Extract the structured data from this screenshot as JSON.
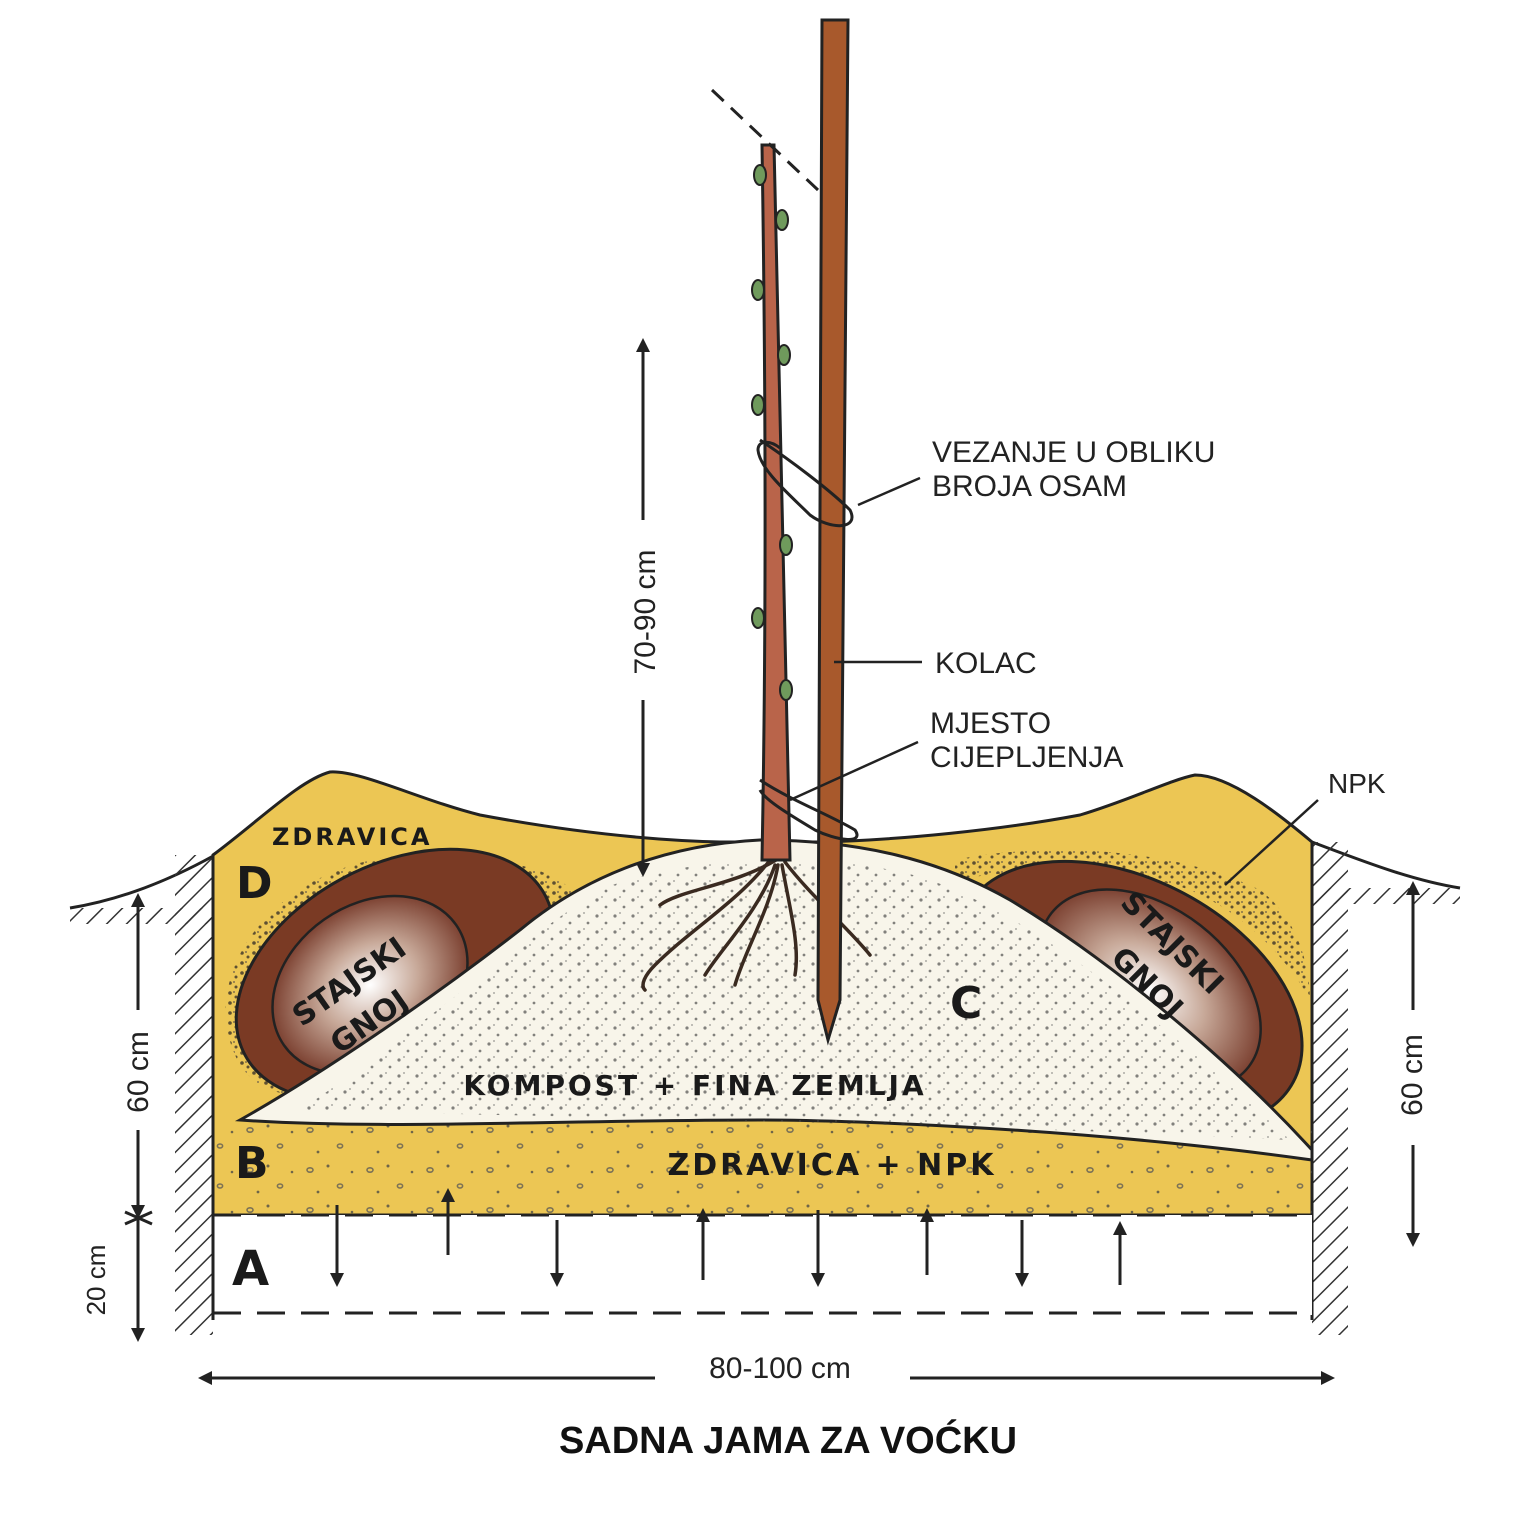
{
  "title": "SADNA JAMA ZA VOĆKU",
  "labels": {
    "tying": [
      "VEZANJE U OBLIKU",
      "BROJA OSAM"
    ],
    "stake": "KOLAC",
    "graft": [
      "MJESTO",
      "CIJEPLJENJA"
    ],
    "npk": "NPK",
    "topsoil": "ZDRAVICA",
    "manure": [
      "STAJSKI",
      "GNOJ"
    ],
    "compost": "KOMPOST + FINA ZEMLJA",
    "bottom_fill": "ZDRAVICA + NPK"
  },
  "layers": {
    "a": "A",
    "b": "B",
    "c": "C",
    "d": "D"
  },
  "dimensions": {
    "height_above": "70-90 cm",
    "depth_left": "60 cm",
    "depth_right": "60 cm",
    "bottom_layer": "20 cm",
    "width": "80-100 cm"
  },
  "colors": {
    "topsoil_yellow": "#ecc654",
    "manure_brown": "#7a3a24",
    "compost_white": "#f8f5ea",
    "stake_brown": "#a8592c",
    "seedling": "#b9644a",
    "bud_green": "#6f9a5c"
  }
}
